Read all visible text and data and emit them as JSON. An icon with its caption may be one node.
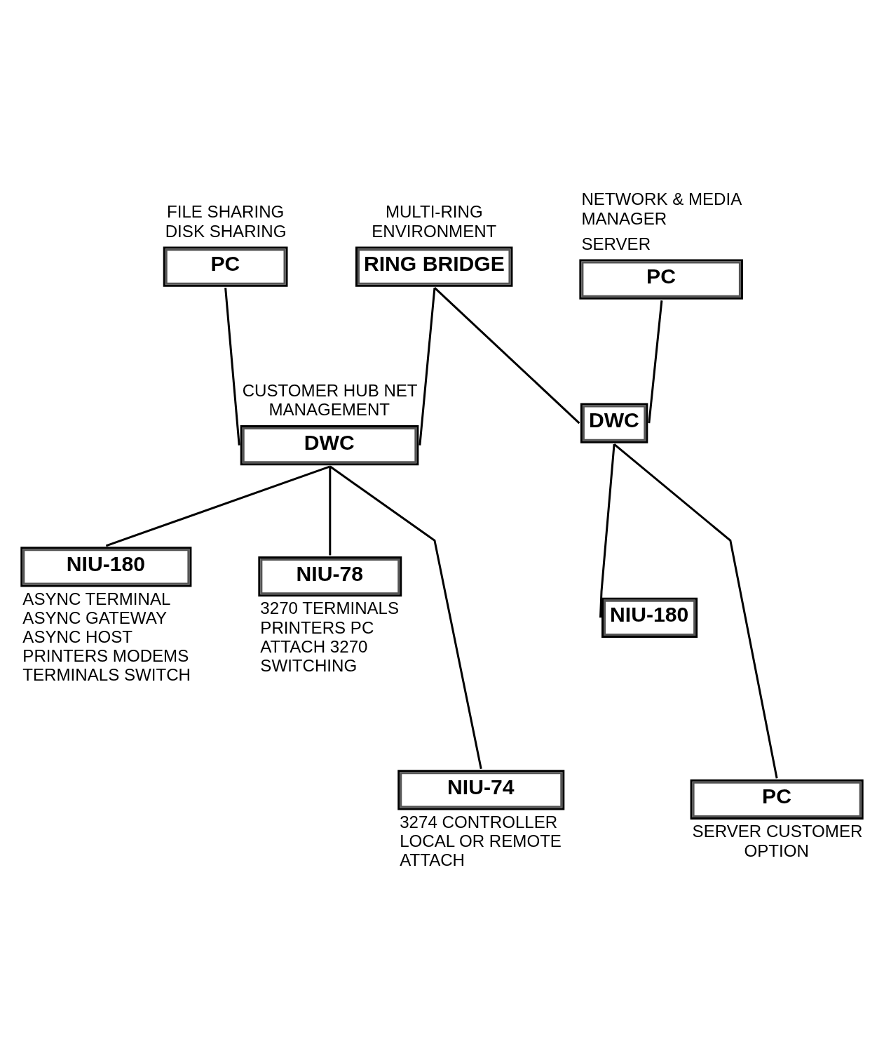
{
  "diagram": {
    "nodes": [
      {
        "text": [
          "PC"
        ],
        "beside": [
          "FILE SHARING DISK SHARING"
        ]
      },
      {
        "text": [
          "RING BRIDGE"
        ],
        "beside": [
          "MULTI-RING ENVIRONMENT"
        ]
      },
      {
        "text": [
          "PC"
        ],
        "beside": [
          "NETWORK & MEDIA MANAGER",
          "SERVER"
        ]
      },
      {
        "text": [
          "DWC"
        ],
        "beside": [
          "CUSTOMER HUB NET MANAGEMENT"
        ]
      },
      {
        "text": [
          "DWC"
        ]
      },
      {
        "text": [
          "NIU-180"
        ],
        "beside": [
          "ASYNC TERMINAL ASYNC GATEWAY ASYNC HOST PRINTERS MODEMS TERMINALS SWITCH"
        ]
      },
      {
        "text": [
          "NIU-78"
        ],
        "beside": [
          "3270 TERMINALS PRINTERS PC ATTACH 3270 SWITCHING"
        ]
      },
      {
        "text": [
          "NIU-180"
        ]
      },
      {
        "text": [
          "NIU-74"
        ],
        "beside": [
          "3274 CONTROLLER LOCAL OR REMOTE ATTACH"
        ]
      },
      {
        "text": [
          "PC"
        ],
        "beside": [
          "SERVER CUSTOMER OPTION"
        ]
      }
    ],
    "edges": [
      {
        "from": 0,
        "to": 3,
        "arrow": "none"
      },
      {
        "from": 1,
        "to": 3,
        "arrow": "none"
      },
      {
        "from": 1,
        "to": 4,
        "arrow": "none"
      },
      {
        "from": 2,
        "to": 4,
        "arrow": "none"
      },
      {
        "from": 3,
        "to": 5,
        "arrow": "none"
      },
      {
        "from": 3,
        "to": 8,
        "arrow": "none"
      },
      {
        "from": 3,
        "to": 6,
        "arrow": "none"
      },
      {
        "from": 4,
        "to": 9,
        "arrow": "none"
      },
      {
        "from": 4,
        "to": 7,
        "arrow": "none"
      }
    ]
  }
}
